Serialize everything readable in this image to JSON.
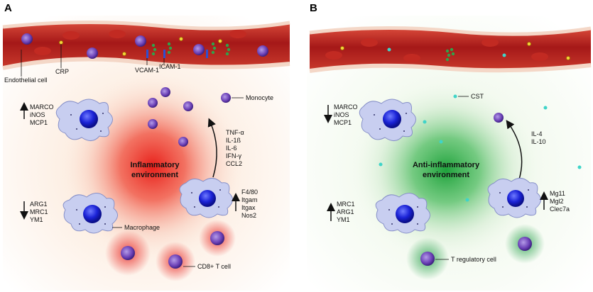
{
  "panel_a": {
    "letter": "A",
    "endothelial_cell": "Endothelial cell",
    "crp": "CRP",
    "vcam": "VCAM-1",
    "icam": "ICAM-1",
    "monocyte": "Monocyte",
    "up_markers_top": [
      "MARCO",
      "iNOS",
      "MCP1"
    ],
    "down_markers_bottom": [
      "ARG1",
      "MRC1",
      "YM1"
    ],
    "macrophage": "Macrophage",
    "environment": [
      "Inflammatory",
      "environment"
    ],
    "cytokines": [
      "TNF-α",
      "IL-1ß",
      "IL-6",
      "IFN-γ",
      "CCL2"
    ],
    "up_markers_right": [
      "F4/80",
      "Itgam",
      "Itgax",
      "Nos2"
    ],
    "cd8": "CD8+ T cell"
  },
  "panel_b": {
    "letter": "B",
    "cst": "CST",
    "down_markers_top": [
      "MARCO",
      "iNOS",
      "MCP1"
    ],
    "up_markers_bottom": [
      "MRC1",
      "ARG1",
      "YM1"
    ],
    "environment": [
      "Anti-inflammatory",
      "environment"
    ],
    "cytokines": [
      "IL-4",
      "IL-10"
    ],
    "up_markers_right": [
      "Mg11",
      "Mgl2",
      "Clec7a"
    ],
    "treg": "T regulatory cell"
  },
  "colors": {
    "vessel": "#a81c1c",
    "inflammation": "#e8201b",
    "anti_inflammation": "#2aa84a",
    "cell_body": "#6a3fb5",
    "macrophage_fill": "#c8cef0",
    "nucleus": "#1a22d6",
    "cst_particle": "#3fd4c8"
  }
}
